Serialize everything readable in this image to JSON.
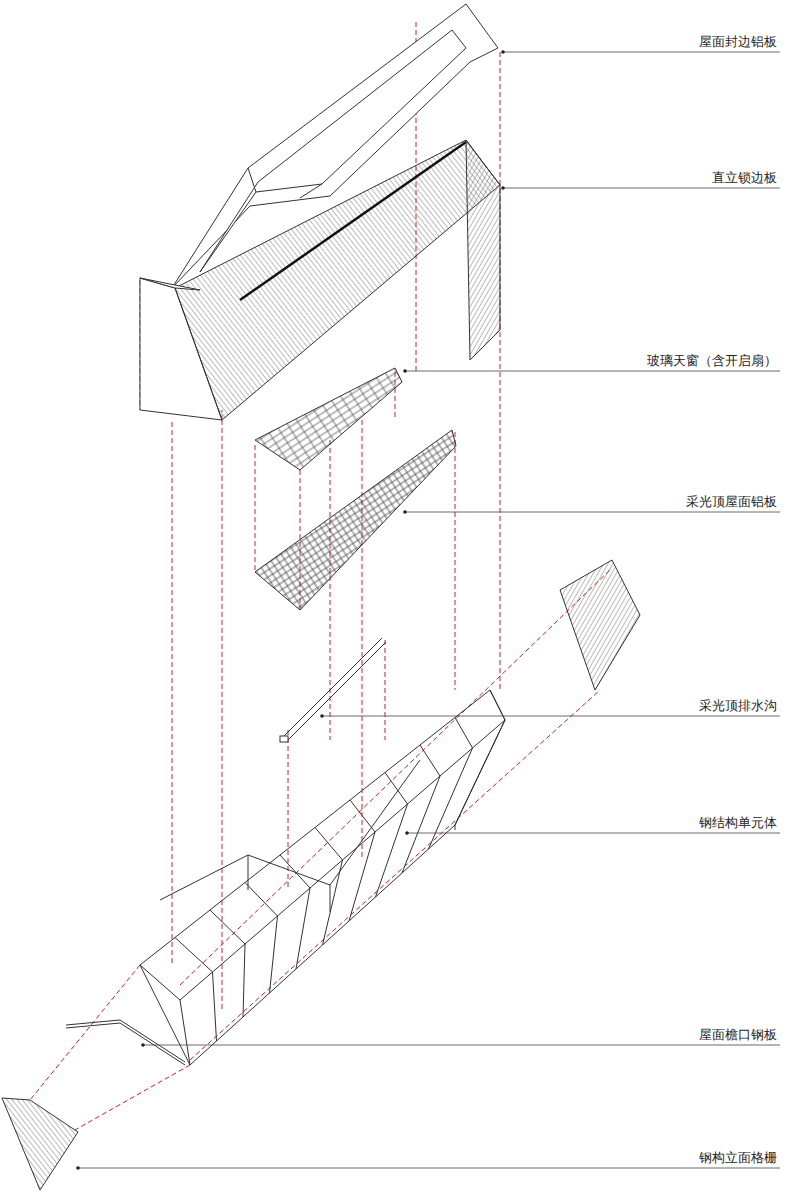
{
  "diagram": {
    "labels": [
      "屋面封边铝板",
      "直立锁边板",
      "玻璃天窗（含开启扇）",
      "采光顶屋面铝板",
      "采光顶排水沟",
      "钢结构单元体",
      "屋面檐口钢板",
      "钢构立面格栅"
    ]
  }
}
